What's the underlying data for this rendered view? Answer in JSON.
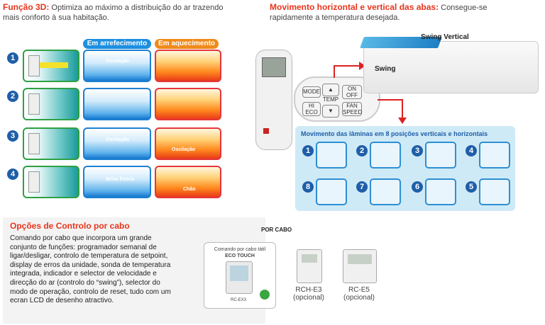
{
  "funcao3d": {
    "title": "Função 3D:",
    "text1": " Optimiza ao máximo a distribuição do ar trazendo",
    "text2": "mais conforto à sua habitação.",
    "pill_cool": "Em arrefecimento",
    "pill_heat": "Em aquecimento",
    "rows": [
      {
        "num": "1",
        "cool_label": "Oscilação",
        "heat_label": ""
      },
      {
        "num": "2",
        "cool_label": "",
        "heat_label": ""
      },
      {
        "num": "3",
        "cool_label": "Oscilação",
        "heat_label": "Oscilação"
      },
      {
        "num": "4",
        "cool_label": "Brisa fresca",
        "heat_label": "Chão"
      }
    ]
  },
  "movimento": {
    "title": "Movimento horizontal e vertical das abas:",
    "text1": " Consegue-se",
    "text2": "rapidamente a temperatura desejada.",
    "swing_vertical": "Swing Vertical",
    "swing": "Swing",
    "remote_buttons": {
      "mode": "MODE",
      "temp": "TEMP",
      "on_off": "ON OFF",
      "hi_eco": "HI ECO",
      "fan_speed": "FAN SPEED"
    },
    "laminas_title": "Movimento das lâminas em 8 posições verticais e horizontais",
    "positions": [
      "1",
      "2",
      "3",
      "4",
      "5",
      "6",
      "7",
      "8"
    ]
  },
  "controlo": {
    "title": "Opções de Controlo por cabo",
    "lines": [
      "Comando por cabo que incorpora um grande",
      "conjunto de funções: programador semanal de",
      "ligar/desligar, controlo de temperatura de setpoint,",
      "display de erros da unidade, sonda de temperatura",
      "integrada, indicador e selector de velocidade e",
      "direcção do ar (controlo do “swing”), selector do",
      "modo de operação, controlo de reset, tudo com um",
      "ecran LCD de desenho atractivo."
    ],
    "por_cabo": "POR CABO",
    "eco_caption1": "Comando por cabo tátil",
    "eco_caption2": "ECO TOUCH",
    "eco_model": "RC-EX3",
    "rch_name": "RCH-E3",
    "rch_opt": "(opcional)",
    "rce_name": "RC-E5",
    "rce_opt": "(opcional)"
  },
  "colors": {
    "red": "#e8341c",
    "blue": "#1f5ea8",
    "green": "#2fa043",
    "orange": "#f08a1a",
    "cool_blue": "#1d7fd0"
  }
}
